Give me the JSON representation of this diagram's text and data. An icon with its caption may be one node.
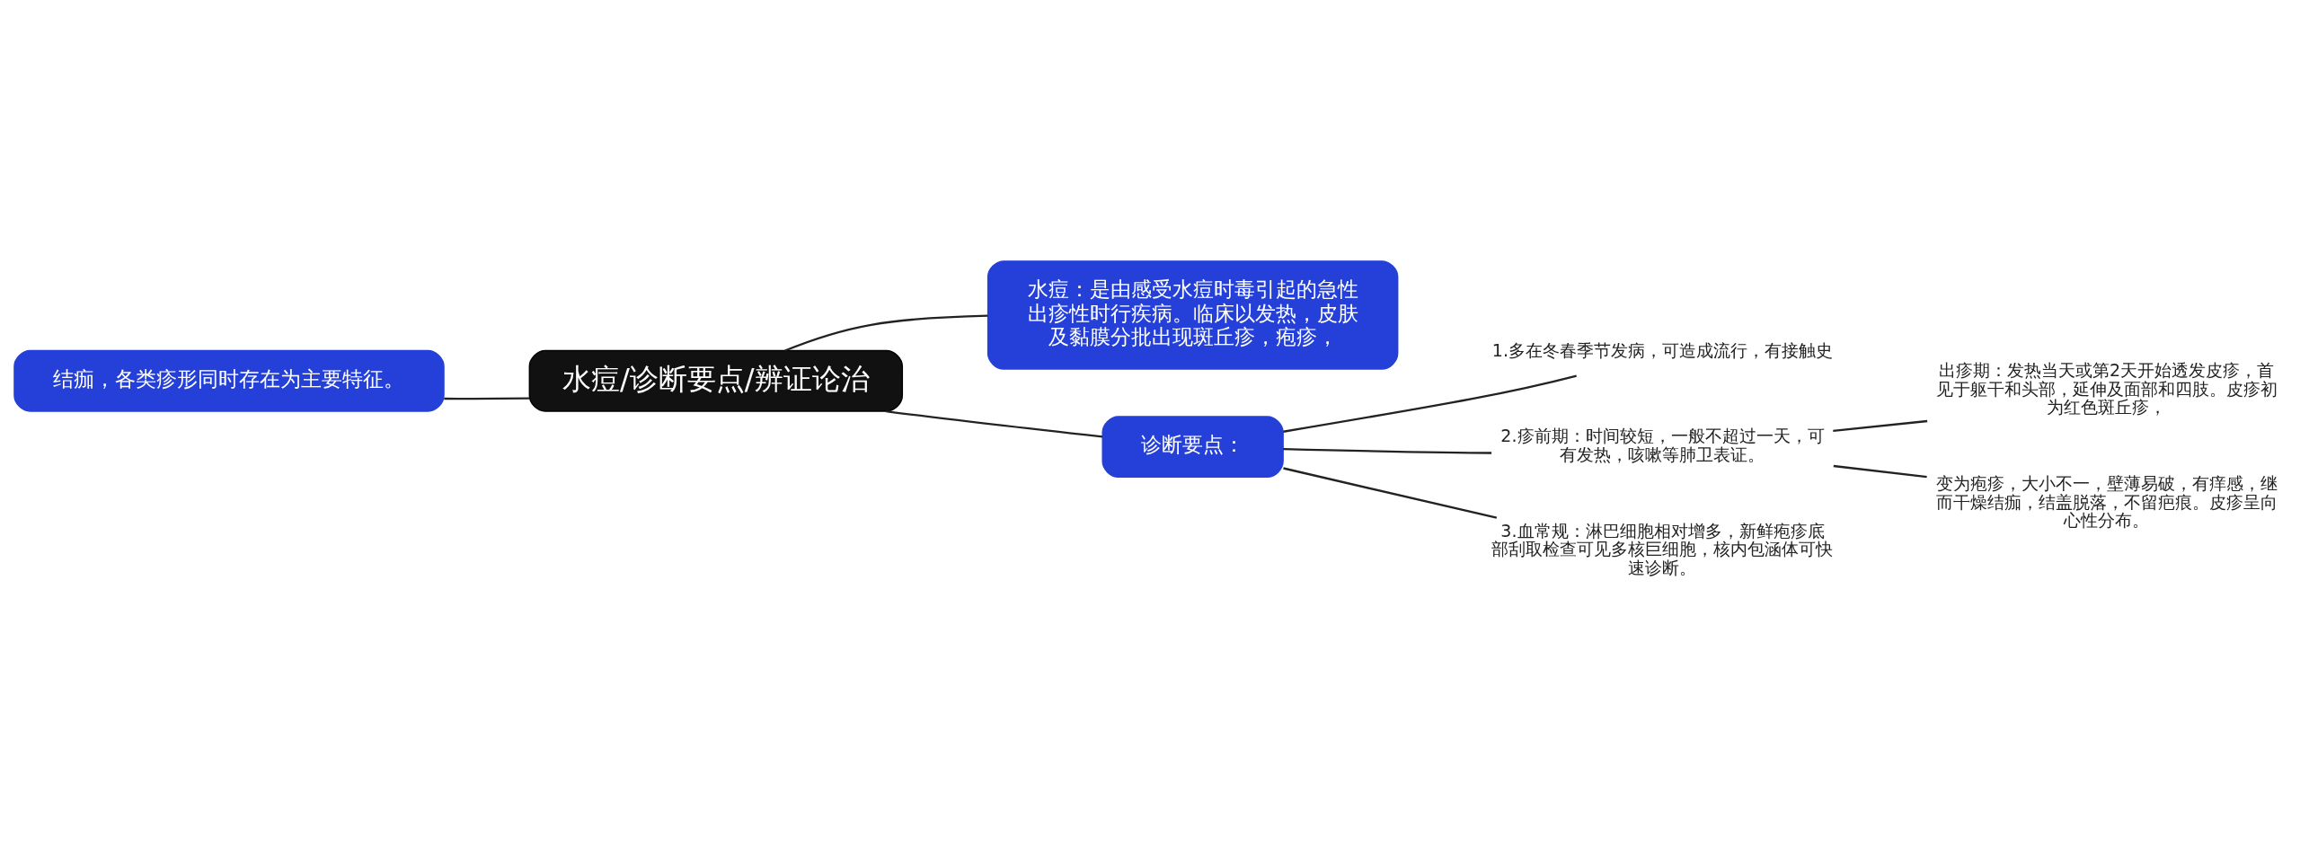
{
  "diagram": {
    "nodes": [
      {
        "text": [
          "水痘/诊断要点/辨证论治"
        ]
      },
      {
        "text": [
          "水痘：是由感受水痘时毒引起的急性出疹性时行疾病。临床以发热，皮肤及黏膜分批出现斑丘疹，疱疹，"
        ]
      },
      {
        "text": [
          "结痂，各类疹形同时存在为主要特征。"
        ]
      },
      {
        "text": [
          "诊断要点："
        ]
      },
      {
        "text": [
          "1.多在冬春季节发病，可造成流行，有接触史"
        ]
      },
      {
        "text": [
          "2.疹前期：时间较短，一般不超过一天，可有发热，咳嗽等肺卫表证。"
        ]
      },
      {
        "text": [
          "3.血常规：淋巴细胞相对增多，新鲜疱疹底部刮取检查可见多核巨细胞，核内包涵体可快速诊断。"
        ]
      },
      {
        "text": [
          "出疹期：发热当天或第2天开始透发皮疹，首见于躯干和头部，延伸及面部和四肢。皮疹初为红色斑丘疹，"
        ]
      },
      {
        "text": [
          "变为疱疹，大小不一，壁薄易破，有痒感，继而干燥结痂，结盖脱落，不留疤痕。皮疹呈向心性分布。"
        ]
      }
    ],
    "edges": [
      {
        "from": 0,
        "to": 1,
        "arrow": "none"
      },
      {
        "from": 0,
        "to": 2,
        "arrow": "none"
      },
      {
        "from": 0,
        "to": 3,
        "arrow": "none"
      },
      {
        "from": 3,
        "to": 4,
        "arrow": "none"
      },
      {
        "from": 3,
        "to": 5,
        "arrow": "none"
      },
      {
        "from": 3,
        "to": 6,
        "arrow": "none"
      },
      {
        "from": 5,
        "to": 7,
        "arrow": "none"
      },
      {
        "from": 5,
        "to": 8,
        "arrow": "none"
      }
    ]
  }
}
